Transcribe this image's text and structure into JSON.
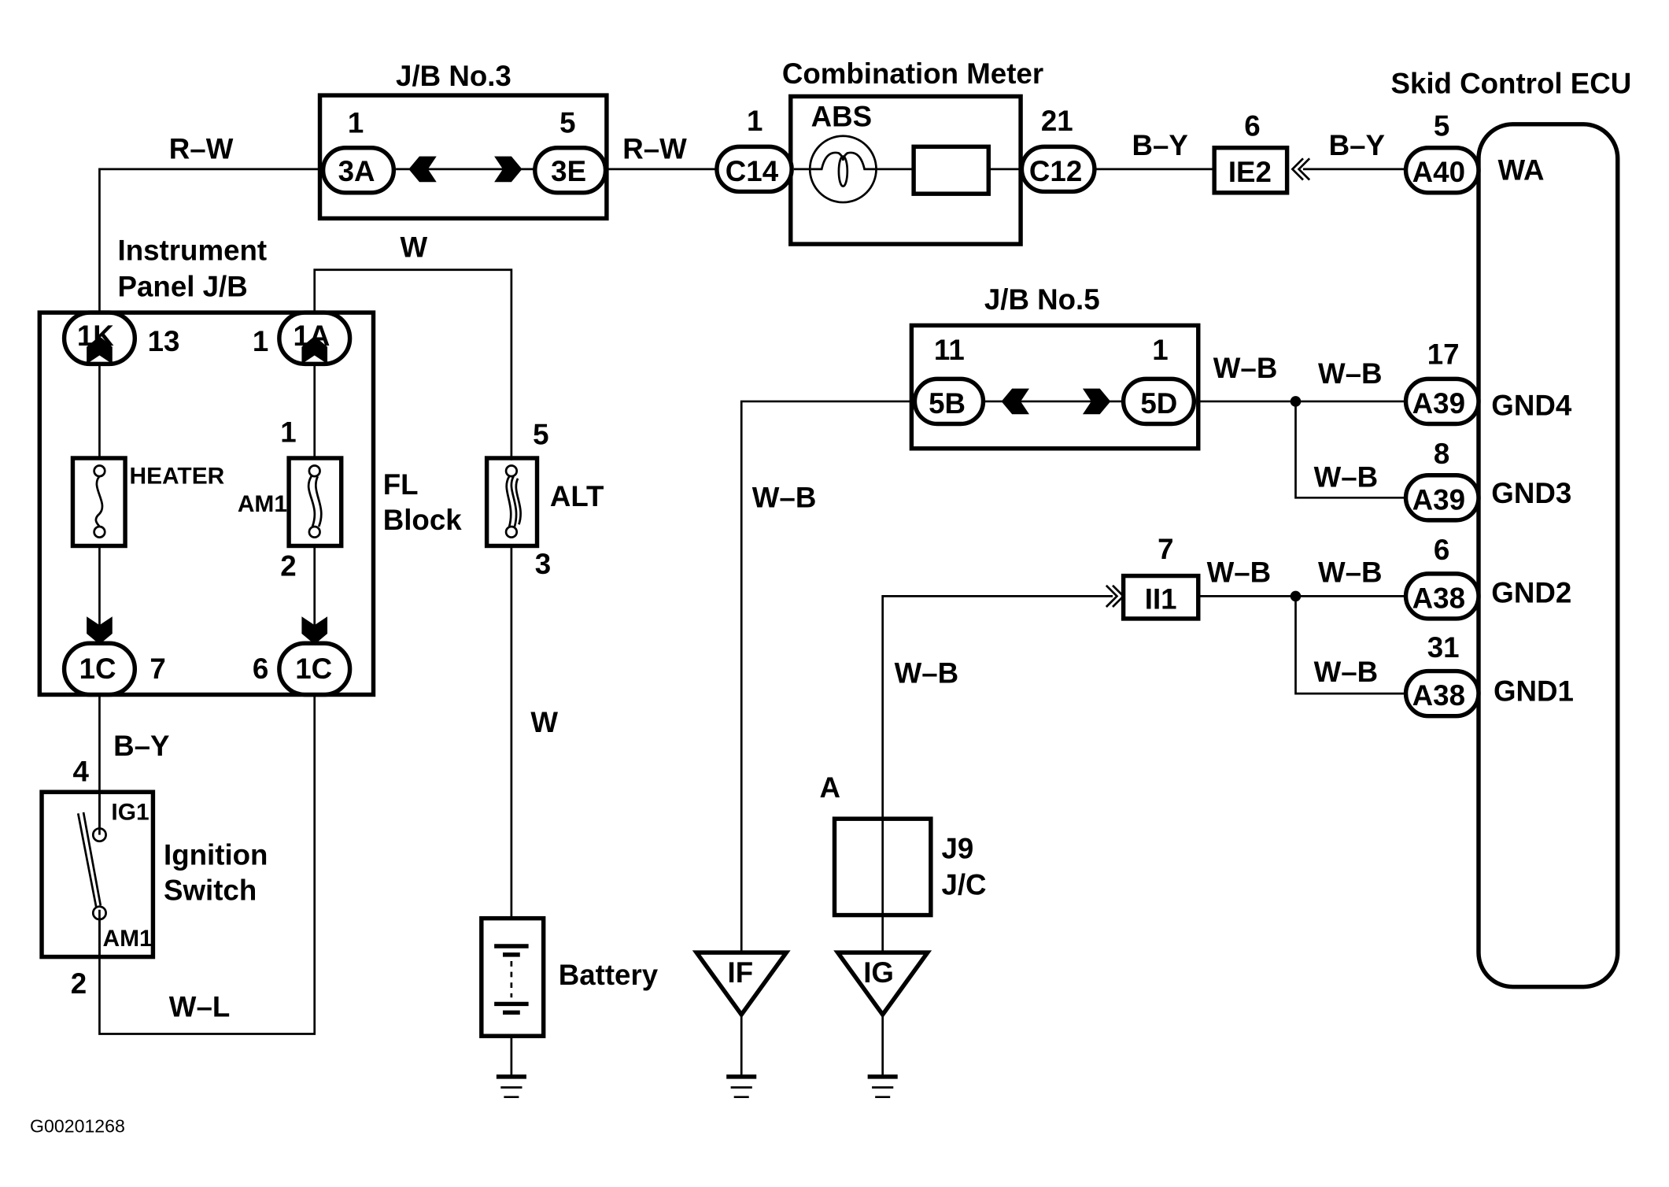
{
  "diagram": {
    "type": "wiring-diagram",
    "figure_code": "G00201268",
    "components": {
      "jb3": {
        "title": "J/B No.3",
        "left_conn": "3A",
        "left_pin": "1",
        "right_conn": "3E",
        "right_pin": "5"
      },
      "meter": {
        "title": "Combination Meter",
        "lamp_label": "ABS",
        "in_conn": "C14",
        "in_pin": "1",
        "out_conn": "C12",
        "out_pin": "21"
      },
      "ie2": {
        "conn": "IE2",
        "pin": "6"
      },
      "ecu": {
        "title": "Skid Control ECU",
        "terminals": [
          {
            "conn": "A40",
            "pin": "5",
            "name": "WA"
          },
          {
            "conn": "A39",
            "pin": "17",
            "name": "GND4"
          },
          {
            "conn": "A39",
            "pin": "8",
            "name": "GND3"
          },
          {
            "conn": "A38",
            "pin": "6",
            "name": "GND2"
          },
          {
            "conn": "A38",
            "pin": "31",
            "name": "GND1"
          }
        ]
      },
      "ipjb": {
        "title_line1": "Instrument",
        "title_line2": "Panel J/B",
        "top_left_conn": "1K",
        "top_left_pin": "13",
        "top_right_conn": "1A",
        "top_right_pin": "1",
        "bot_left_conn": "1C",
        "bot_left_pin": "7",
        "bot_right_conn": "1C",
        "bot_right_pin": "6",
        "heater_fuse": "HEATER",
        "am1_fuse": "AM1",
        "am1_pin_top": "1",
        "am1_pin_bottom": "2"
      },
      "fl_block": {
        "line1": "FL",
        "line2": "Block",
        "fuse": "ALT",
        "pin_top": "5",
        "pin_bottom": "3"
      },
      "battery": {
        "label": "Battery"
      },
      "ignition": {
        "line1": "Ignition",
        "line2": "Switch",
        "term_top": "IG1",
        "term_bottom": "AM1",
        "pin_top": "4",
        "pin_bottom": "2"
      },
      "jb5": {
        "title": "J/B No.5",
        "left_conn": "5B",
        "left_pin": "11",
        "right_conn": "5D",
        "right_pin": "1"
      },
      "ii1": {
        "conn": "II1",
        "pin": "7"
      },
      "j9": {
        "line1": "J9",
        "line2": "J/C",
        "pin": "A"
      },
      "grounds": [
        {
          "label": "IF"
        },
        {
          "label": "IG"
        }
      ]
    },
    "wires": {
      "rw_left": "R–W",
      "rw_right": "R–W",
      "w_top": "W",
      "w_batt": "W",
      "by_1": "B–Y",
      "by_2": "B–Y",
      "by_ign": "B–Y",
      "wl": "W–L",
      "wb_jb5_out": "W–B",
      "wb_gnd4": "W–B",
      "wb_gnd3": "W–B",
      "wb_if": "W–B",
      "wb_ii1_out": "W–B",
      "wb_gnd2": "W–B",
      "wb_gnd1": "W–B",
      "wb_ig": "W–B"
    }
  }
}
